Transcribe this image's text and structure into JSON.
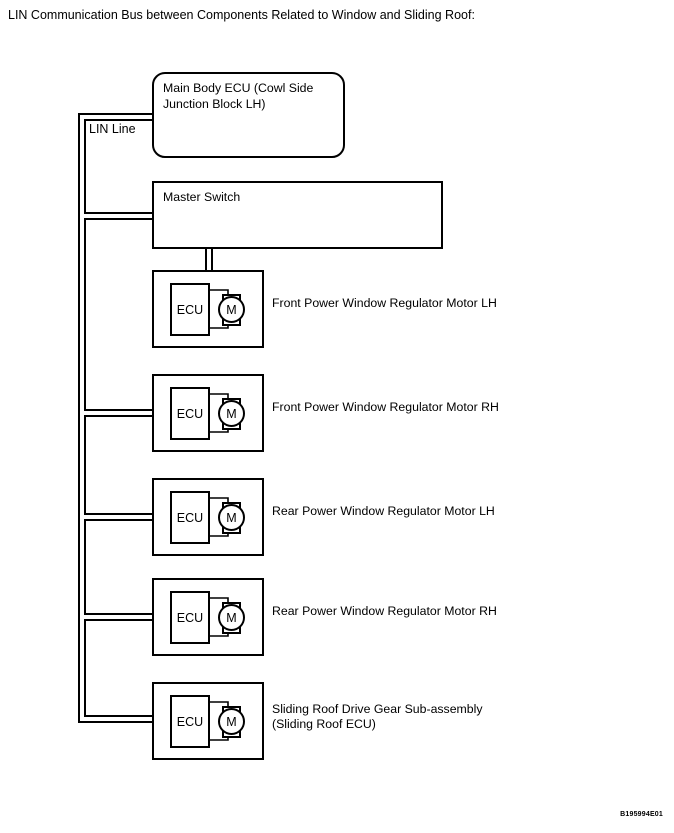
{
  "title": "LIN Communication Bus between Components Related to Window and Sliding Roof:",
  "bus": {
    "label": "LIN Line"
  },
  "nodes": {
    "main_body_ecu": {
      "label": "Main Body ECU (Cowl Side Junction Block LH)"
    },
    "master_switch": {
      "label": "Master Switch"
    }
  },
  "components": [
    {
      "ecu_label": "ECU",
      "motor_label": "M",
      "label": "Front Power Window Regulator Motor LH"
    },
    {
      "ecu_label": "ECU",
      "motor_label": "M",
      "label": "Front Power Window Regulator Motor RH"
    },
    {
      "ecu_label": "ECU",
      "motor_label": "M",
      "label": "Rear Power Window Regulator Motor LH"
    },
    {
      "ecu_label": "ECU",
      "motor_label": "M",
      "label": "Rear Power Window Regulator Motor RH"
    },
    {
      "ecu_label": "ECU",
      "motor_label": "M",
      "label": "Sliding Roof Drive Gear Sub-assembly\n(Sliding Roof ECU)"
    }
  ],
  "figure_code": "B195994E01",
  "colors": {
    "line": "#000000",
    "background": "#ffffff",
    "text": "#000000"
  }
}
